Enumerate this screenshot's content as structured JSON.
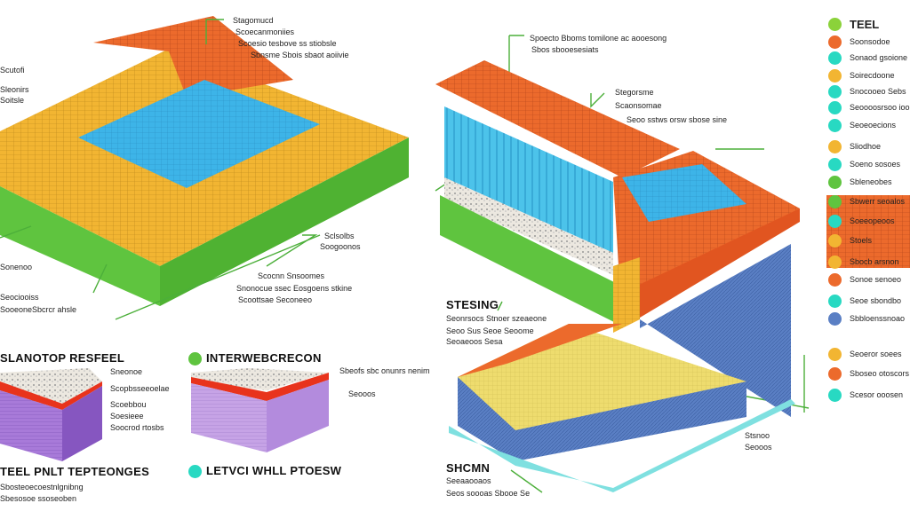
{
  "colors": {
    "yellow": "#f2b532",
    "orange": "#ec6a2c",
    "blue": "#3db4e8",
    "green": "#5fc43f",
    "purple": "#9b6fd1",
    "teal": "#28d9c2",
    "gray_blue": "#5a7fc4",
    "pale_yellow": "#eedc6e",
    "leader": "#4caf3a"
  },
  "labels": {
    "a1": "Stagomucd",
    "a2": "Scoecanmoniies",
    "a3": "Scoesio tesbove ss stiobsle",
    "a4": "Sbnsme Sbois sbaot aoiivie",
    "b1": "Spoecto Bboms tomilone ac aooesong",
    "b2": "Sbos sbooesesiats",
    "c1": "Stegorsme",
    "c2": "Scaonsomae",
    "c3": "Seoo sstws orsw sbose sine",
    "d1": "Scutofi",
    "d2": "Sleonirs",
    "d3": "Soitsle",
    "d4": "Sonenoo",
    "e1": "Seociooiss",
    "e2": "Sooeone",
    "e3": "Sbcrcr ahsle",
    "l1": "Sclsolbs",
    "l2": "Soogoonos",
    "l3": "Scocnn Snsoomes",
    "l4": "Sbeofs sbc onunrs nenim",
    "m1": "Snonocue ssec Eosgoens stkine",
    "m2": "Scoottsae Seconeeo",
    "n1": "Sneonoe",
    "n2": "Scopbsseeoelae",
    "n3": "Scoebbou",
    "n4": "Soesieee",
    "n5": "Soocrod rtosbs",
    "s1": "STESING",
    "s2": "Seonrsocs Stnoer szeaeone",
    "s3": "Seoo Sus Seoe Seoome",
    "s4": "Seoaeoos Sesa",
    "t1": "SHCMN",
    "t2": "Seeaaooaos",
    "t3": "Seos soooas Sbooe Se",
    "u1": "Stsnoo",
    "u2": "Seooos",
    "p1": "Sbosteoecoestnlgnibng",
    "p2": "Sbesosoe ssoseoben"
  },
  "titles": {
    "left_mid": "SLANOTOP RESFEEL",
    "center_mid": "INTERWEBCRECON",
    "left_bottom": "TEEL PNLT TEPTEONGES",
    "center_bottom": "LETVCI WHLL PTOESW"
  },
  "legend": {
    "title": "TEEL",
    "items": [
      {
        "text": "Soonsodoe",
        "color": "#ec6a2c"
      },
      {
        "text": "Sonaod gsoione",
        "color": "#28d9c2"
      },
      {
        "text": "Soirecdoone",
        "color": "#f2b532"
      },
      {
        "text": "Snocooeo Sebs",
        "color": "#28d9c2"
      },
      {
        "text": "Seoooosrsoo ioonnr",
        "color": "#28d9c2"
      },
      {
        "text": "Seoeoecions",
        "color": "#28d9c2"
      },
      {
        "text": "Sliodhoe",
        "color": "#f2b532"
      },
      {
        "text": "Soeno sosoes",
        "color": "#28d9c2"
      },
      {
        "text": "Sbleneobes",
        "color": "#5fc43f"
      },
      {
        "text": "Sbwerr seoalos",
        "color": "#5fc43f"
      },
      {
        "text": "Soeeopeoos",
        "color": "#28d9c2"
      },
      {
        "text": "Stoels",
        "color": "#f2b532"
      },
      {
        "text": "Sbocb arsnon",
        "color": "#f2b532"
      },
      {
        "text": "Sonoe senoeo",
        "color": "#ec6a2c"
      },
      {
        "text": "Seoe sbondbo",
        "color": "#28d9c2"
      },
      {
        "text": "Sbbloenssnoao",
        "color": "#5a7fc4"
      },
      {
        "text": "Seoeror soees",
        "color": "#f2b532"
      },
      {
        "text": "Sboseo otoscors",
        "color": "#ec6a2c"
      },
      {
        "text": "Scesor ooosen",
        "color": "#28d9c2"
      }
    ]
  }
}
